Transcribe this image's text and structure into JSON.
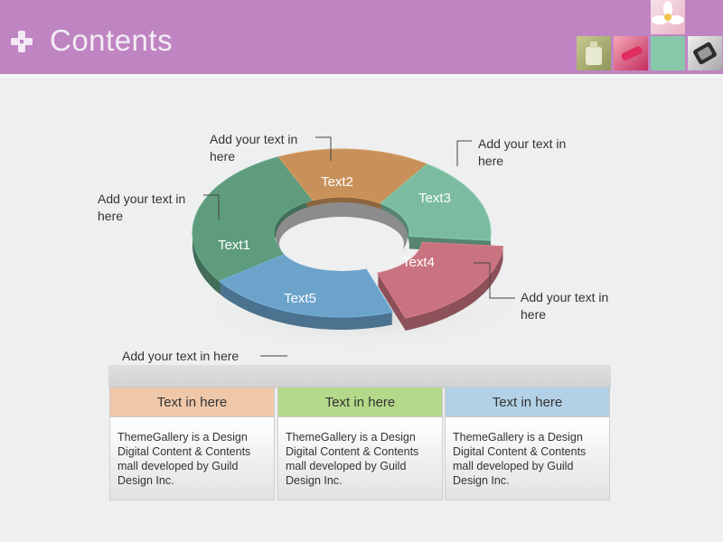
{
  "header": {
    "title": "Contents",
    "colors": {
      "bar": "#bf84c2",
      "title_text": "#f3ecf4"
    }
  },
  "diagram": {
    "segments": [
      {
        "label": "Text1",
        "color": "#5e9c7d"
      },
      {
        "label": "Text2",
        "color": "#c8915a"
      },
      {
        "label": "Text3",
        "color": "#7bbca0"
      },
      {
        "label": "Text4",
        "color": "#c8737f"
      },
      {
        "label": "Text5",
        "color": "#6ba3cb"
      }
    ],
    "callouts": [
      "Add your text in here",
      "Add your text in here",
      "Add your text in here",
      "Add your text in here",
      "Add your text in here"
    ]
  },
  "table": {
    "columns": [
      {
        "header": "Text in here",
        "color": "#efc8aa",
        "body": "ThemeGallery  is a Design Digital Content & Contents mall developed by Guild Design Inc."
      },
      {
        "header": "Text in here",
        "color": "#b4d98a",
        "body": "ThemeGallery  is a Design Digital Content & Contents mall developed by Guild Design Inc."
      },
      {
        "header": "Text in here",
        "color": "#b3d1e6",
        "body": "ThemeGallery  is a Design Digital Content & Contents mall developed by Guild Design Inc."
      }
    ]
  }
}
